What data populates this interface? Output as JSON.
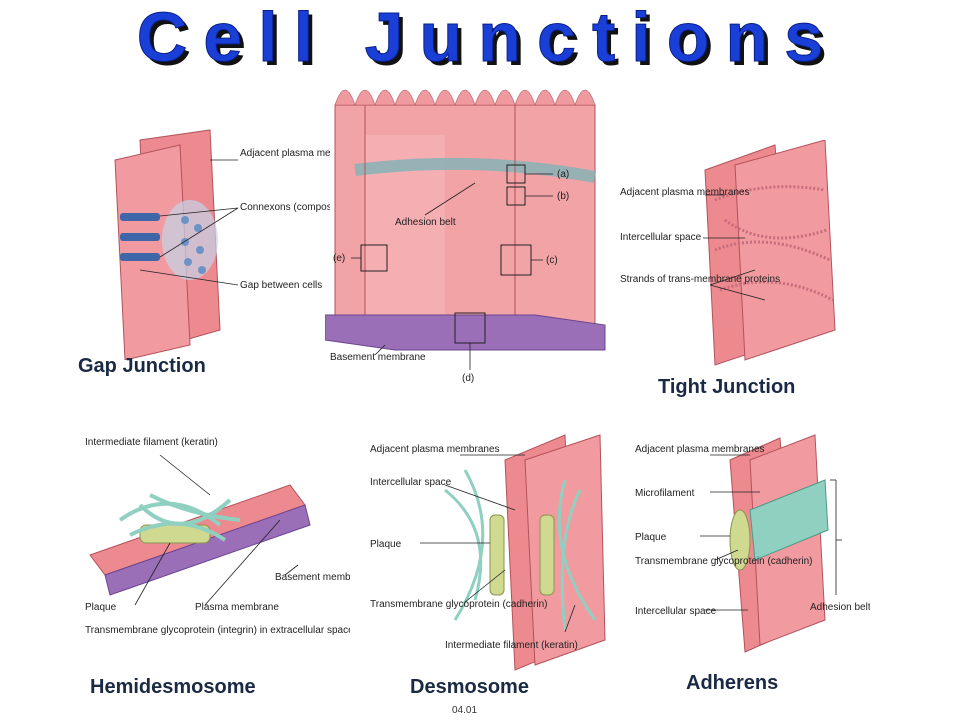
{
  "title": "Cell Junctions",
  "figure_number": "04.01",
  "colors": {
    "title_fill": "#1a3fd6",
    "title_shadow": "#111111",
    "membrane": "#ec8a8f",
    "membrane_light": "#f6b3b3",
    "membrane_dark": "#c85a63",
    "basement": "#9a6fb8",
    "filament": "#8fd0c0",
    "protein": "#6d93c6",
    "plaque": "#cfd98f"
  },
  "panels": {
    "gap": {
      "caption": "Gap Junction",
      "labels": [
        "Adjacent plasma membranes",
        "Connexons (composed of connexins)",
        "Gap between cells"
      ]
    },
    "overview": {
      "labels": {
        "adhesion": "Adhesion belt",
        "basement": "Basement membrane",
        "a": "(a)",
        "b": "(b)",
        "c": "(c)",
        "d": "(d)",
        "e": "(e)"
      }
    },
    "tight": {
      "caption": "Tight Junction",
      "labels": [
        "Adjacent plasma membranes",
        "Intercellular space",
        "Strands of trans-membrane proteins"
      ]
    },
    "hemi": {
      "caption": "Hemidesmosome",
      "labels": [
        "Intermediate filament (keratin)",
        "Basement membrane",
        "Plaque",
        "Plasma membrane",
        "Transmembrane glycoprotein (integrin) in extracellular space"
      ]
    },
    "desmo": {
      "caption": "Desmosome",
      "labels": [
        "Adjacent plasma membranes",
        "Intercellular space",
        "Plaque",
        "Transmembrane glycoprotein (cadherin)",
        "Intermediate filament (keratin)"
      ]
    },
    "adher": {
      "caption": "Adherens",
      "labels": [
        "Adjacent plasma membranes",
        "Microfilament",
        "Plaque",
        "Transmembrane glycoprotein (cadherin)",
        "Intercellular space",
        "Adhesion belt"
      ]
    }
  }
}
